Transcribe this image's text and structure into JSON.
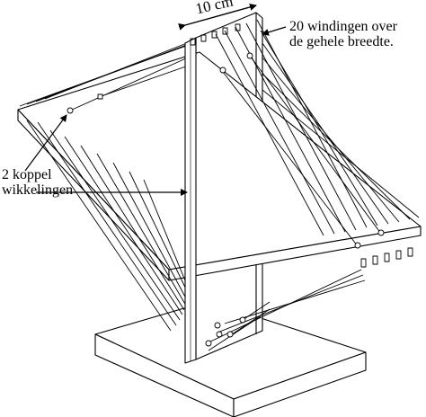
{
  "labels": {
    "width": "10 cm",
    "turns_line1": "20 windingen over",
    "turns_line2": "de gehele breedte.",
    "coupling_line1": "2 koppel",
    "coupling_line2": "wikkelingen"
  },
  "colors": {
    "stroke": "#000000",
    "background": "#ffffff"
  }
}
